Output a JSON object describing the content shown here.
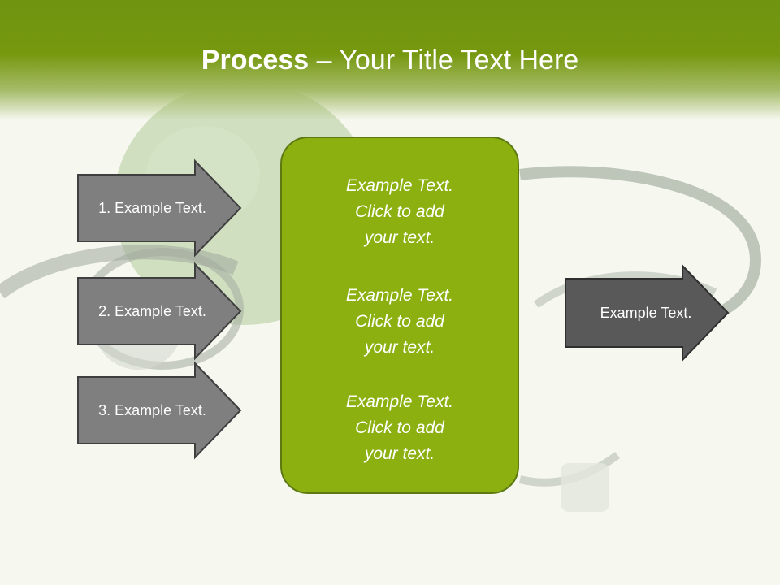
{
  "slide": {
    "title_bold": "Process",
    "title_rest": " – Your Title Text Here",
    "left_items": [
      {
        "label": "1. Example Text."
      },
      {
        "label": "2. Example Text."
      },
      {
        "label": "3. Example Text."
      }
    ],
    "center_items": [
      {
        "text": "Example Text.\nClick  to add\nyour text."
      },
      {
        "text": "Example Text.\nClick  to add\nyour text."
      },
      {
        "text": "Example Text.\nClick  to add\nyour text."
      }
    ],
    "right_item": {
      "label": "Example Text."
    },
    "colors": {
      "header_green": "#729610",
      "box_green": "#8bb010",
      "arrow_gray": "#7f7f7f",
      "arrow_dark": "#5a5a5a"
    }
  }
}
